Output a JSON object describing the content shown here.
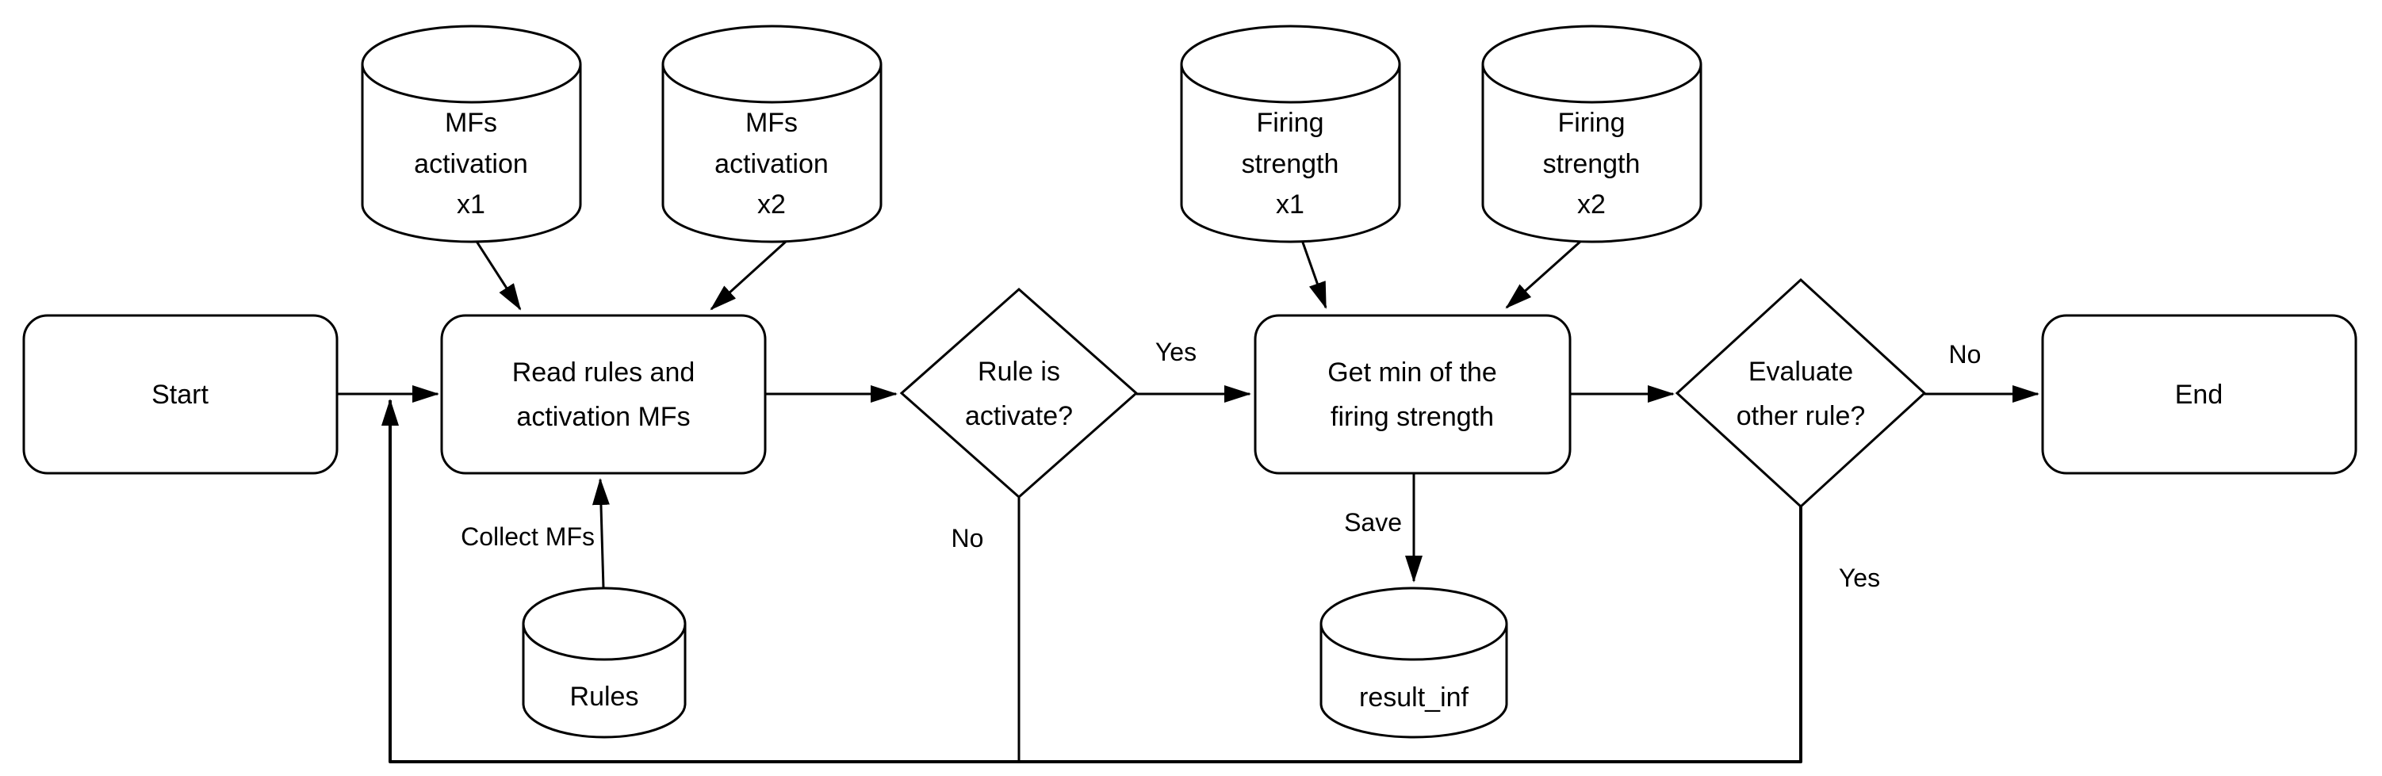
{
  "colors": {
    "stroke": "#000000",
    "fill": "#ffffff",
    "text": "#000000",
    "background": "#ffffff"
  },
  "nodes": {
    "start": {
      "type": "rounded-rect",
      "label": "Start"
    },
    "mfs_x1": {
      "type": "cylinder",
      "lines": [
        "MFs",
        "activation",
        "x1"
      ]
    },
    "mfs_x2": {
      "type": "cylinder",
      "lines": [
        "MFs",
        "activation",
        "x2"
      ]
    },
    "read_rules": {
      "type": "rounded-rect",
      "lines": [
        "Read rules and",
        "activation MFs"
      ]
    },
    "rule_active": {
      "type": "decision-diamond",
      "lines": [
        "Rule is",
        "activate?"
      ]
    },
    "firing_x1": {
      "type": "cylinder",
      "lines": [
        "Firing",
        "strength",
        "x1"
      ]
    },
    "firing_x2": {
      "type": "cylinder",
      "lines": [
        "Firing",
        "strength",
        "x2"
      ]
    },
    "get_min": {
      "type": "rounded-rect",
      "lines": [
        "Get min of the",
        "firing strength"
      ]
    },
    "eval_other": {
      "type": "decision-diamond",
      "lines": [
        "Evaluate",
        "other rule?"
      ]
    },
    "end": {
      "type": "rounded-rect",
      "label": "End"
    },
    "rules_db": {
      "type": "cylinder",
      "label": "Rules"
    },
    "result_db": {
      "type": "cylinder",
      "label": "result_inf"
    }
  },
  "edge_labels": {
    "rule_active_yes": "Yes",
    "rule_active_no": "No",
    "eval_other_no": "No",
    "eval_other_yes": "Yes",
    "collect_mfs": "Collect MFs",
    "save": "Save"
  }
}
